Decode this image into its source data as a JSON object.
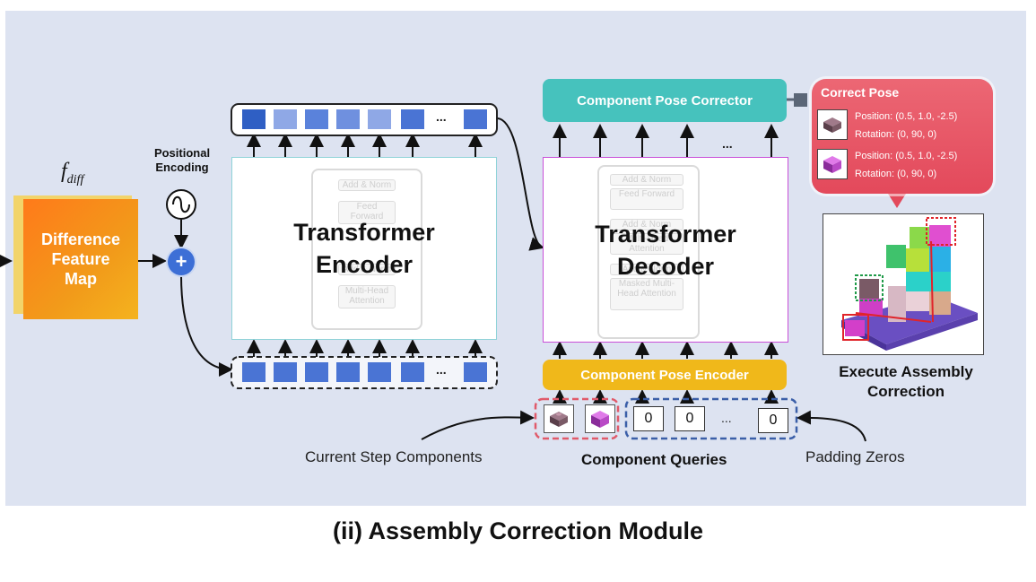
{
  "caption": "(ii) Assembly Correction Module",
  "input": {
    "symbol": "f",
    "symbol_sub": "diff",
    "block_lines": [
      "Difference",
      "Feature",
      "Map"
    ]
  },
  "positional_encoding": {
    "lines": [
      "Positional",
      "Encoding"
    ],
    "plus": "+"
  },
  "encoder": {
    "title_lines": [
      "Transformer",
      "Encoder"
    ],
    "ghost_boxes": [
      "Add & Norm",
      "Feed Forward",
      "Add & Norm",
      "Multi-Head Attention"
    ],
    "ellipsis": "..."
  },
  "decoder": {
    "title_lines": [
      "Transformer",
      "Decoder"
    ],
    "ghost_boxes": [
      "Add & Norm",
      "Feed Forward",
      "Add & Norm",
      "Multi-Head Attention",
      "Add & Norm",
      "Masked Multi-Head Attention"
    ],
    "ellipsis": "..."
  },
  "pose_corrector": {
    "label": "Component Pose Corrector",
    "color": "#46c2bd"
  },
  "pose_encoder": {
    "label": "Component Pose Encoder",
    "color": "#f0b81a"
  },
  "queries": {
    "zeros": [
      "0",
      "0",
      "0"
    ],
    "ellipsis": "...",
    "current_label": "Current Step Components",
    "queries_label": "Component Queries",
    "padding_label": "Padding Zeros",
    "current_color": "#e05a6a",
    "padding_color": "#3b5fa8"
  },
  "correct_pose": {
    "title": "Correct Pose",
    "rows": [
      {
        "icon": "brown-brick-icon",
        "position": "Position: (0.5, 1.0, -2.5)",
        "rotation": "Rotation: (0, 90, 0)"
      },
      {
        "icon": "magenta-brick-icon",
        "position": "Position: (0.5, 1.0, -2.5)",
        "rotation": "Rotation: (0, 90, 0)"
      }
    ]
  },
  "execute": {
    "lines": [
      "Execute Assembly",
      "Correction"
    ]
  },
  "colors": {
    "panel_bg": "#dde3f1",
    "token_dark": "#2f5fc4",
    "token_light": "#8fa8e6",
    "encoder_border": "#8fd3d8",
    "decoder_border": "#c94fd8",
    "card": "#e3495b"
  }
}
